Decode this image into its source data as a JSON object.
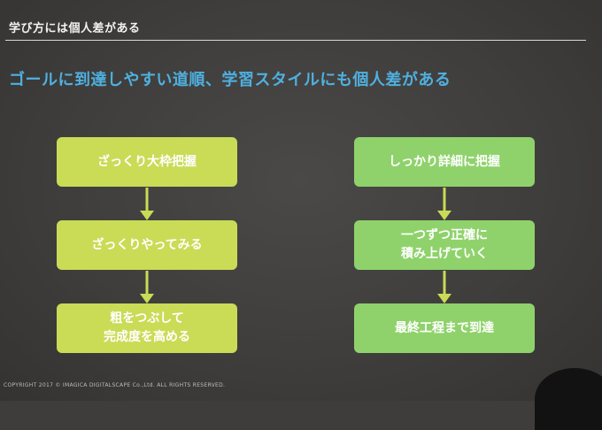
{
  "header": {
    "title": "学び方には個人差がある"
  },
  "subtitle": "ゴールに到達しやすい道順、学習スタイルにも個人差がある",
  "left_flow": [
    {
      "label": "ざっくり大枠把握"
    },
    {
      "label": "ざっくりやってみる"
    },
    {
      "label": "粗をつぶして\n完成度を高める"
    }
  ],
  "right_flow": [
    {
      "label": "しっかり詳細に把握"
    },
    {
      "label": "一つずつ正確に\n積み上げていく"
    },
    {
      "label": "最終工程まで到達"
    }
  ],
  "colors": {
    "background": "#3e3d3b",
    "subtitle": "#4fb0e0",
    "left_box": "#cadb56",
    "right_box": "#8fd26b",
    "arrow": "#cadb56"
  },
  "footer": "COPYRIGHT 2017 © IMAGICA DIGITALSCAPE Co.,Ltd. ALL RIGHTS RESERVED."
}
